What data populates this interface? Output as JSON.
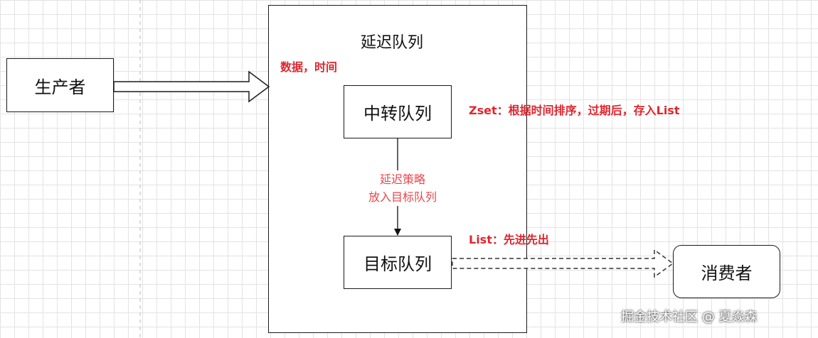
{
  "diagram": {
    "nodes": {
      "producer": "生产者",
      "delay_queue_title": "延迟队列",
      "transfer_queue": "中转队列",
      "target_queue": "目标队列",
      "consumer": "消费者"
    },
    "annotations": {
      "input_data": "数据，时间",
      "zset_note": "Zset：根据时间排序，过期后，存入List",
      "strategy_line1": "延迟策略",
      "strategy_line2": "放入目标队列",
      "list_note": "List：先进先出"
    },
    "colors": {
      "annotation": "#e0262e",
      "border": "#1a1a1a"
    }
  },
  "watermark": "掘金技术社区 @ 夏焱森"
}
